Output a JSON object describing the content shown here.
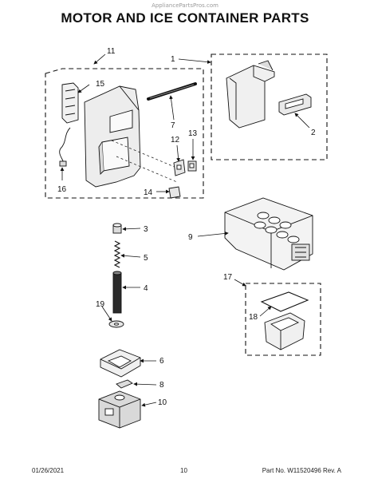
{
  "watermark": "AppliancePartsPros.com",
  "title": "MOTOR AND ICE CONTAINER PARTS",
  "callouts": {
    "c1": "1",
    "c2": "2",
    "c3": "3",
    "c4": "4",
    "c5": "5",
    "c6": "6",
    "c7": "7",
    "c8": "8",
    "c9": "9",
    "c10": "10",
    "c11": "11",
    "c12": "12",
    "c13": "13",
    "c14": "14",
    "c15": "15",
    "c16": "16",
    "c17": "17",
    "c18": "18",
    "c19": "19"
  },
  "footer": {
    "date": "01/26/2021",
    "page": "10",
    "part": "Part No. W11520496  Rev. A"
  }
}
